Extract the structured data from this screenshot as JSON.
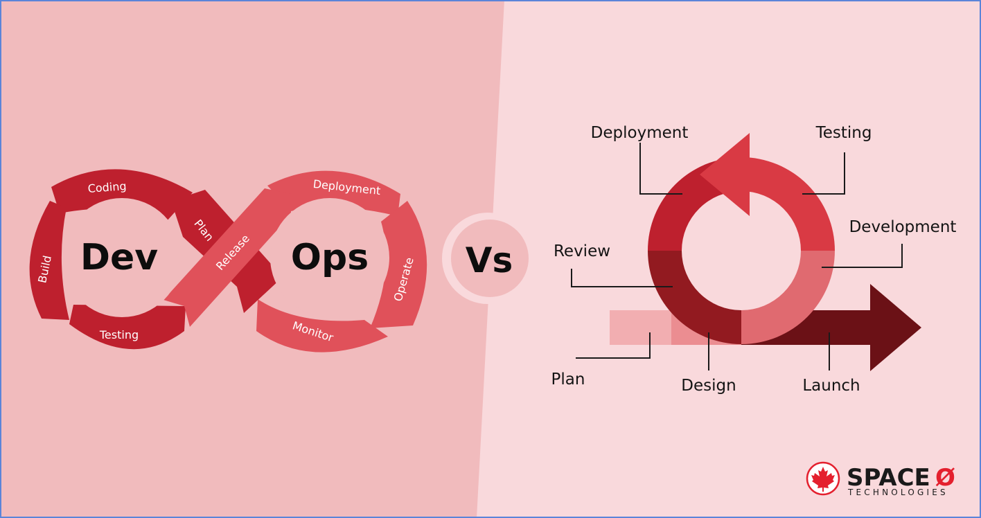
{
  "devops": {
    "dev_label": "Dev",
    "ops_label": "Ops",
    "stages": {
      "coding": "Coding",
      "build": "Build",
      "testing": "Testing",
      "plan": "Plan",
      "release": "Release",
      "deployment": "Deployment",
      "operate": "Operate",
      "monitor": "Monitor"
    }
  },
  "versus": {
    "label": "Vs"
  },
  "agile": {
    "deployment": "Deployment",
    "testing": "Testing",
    "development": "Development",
    "review": "Review",
    "plan": "Plan",
    "design": "Design",
    "launch": "Launch"
  },
  "brand": {
    "name": "SPACE",
    "name_suffix": "Ø",
    "tagline": "TECHNOLOGIES"
  },
  "colors": {
    "left_bg": "#f1bbbd",
    "right_bg": "#f9d9dc",
    "dark_red": "#be202e",
    "mid_red": "#d93a44",
    "light_red": "#e0515a",
    "maroon": "#921a20",
    "rose": "#e06a70",
    "deep_maroon": "#6b1116",
    "brand_red": "#e4202e"
  }
}
